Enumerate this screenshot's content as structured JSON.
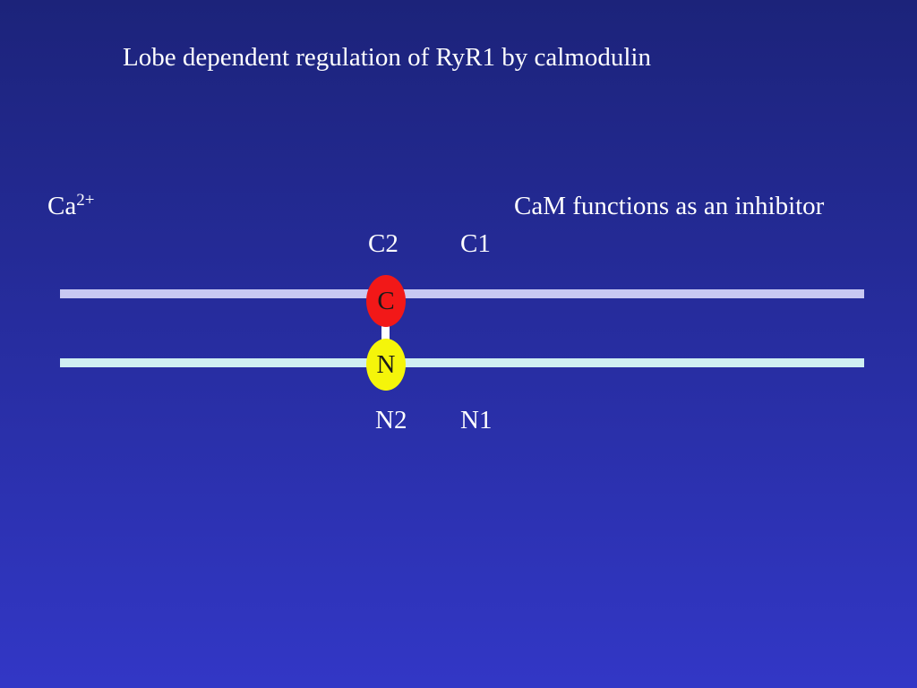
{
  "title": "Lobe dependent regulation of RyR1 by calmodulin",
  "ion": {
    "base": "Ca",
    "charge": "2+"
  },
  "state_label": "CaM functions as an inhibitor",
  "sites": {
    "top_left": "C2",
    "top_right": "C1",
    "bottom_left": "N2",
    "bottom_right": "N1"
  },
  "lobes": {
    "c_lobe": "C",
    "n_lobe": "N"
  },
  "colors": {
    "background_top": "#1c237a",
    "background_bottom": "#3237c6",
    "strand_c": "#c8c8f2",
    "strand_n": "#cfeef2",
    "c_lobe": "#f21818",
    "n_lobe": "#f5f50a"
  }
}
